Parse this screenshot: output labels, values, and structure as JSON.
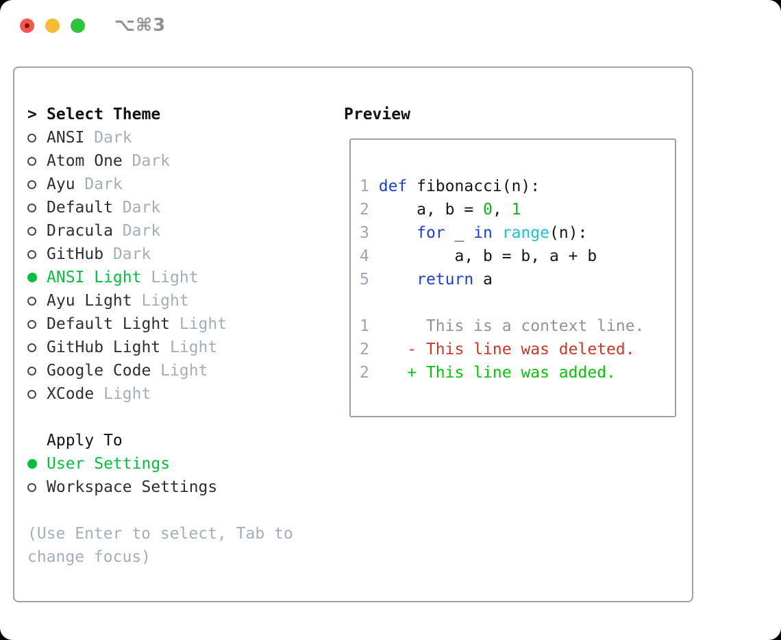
{
  "colors": {
    "traffic_red": "#f4574e",
    "traffic_red_dot": "#86120b",
    "traffic_yellow": "#f6ba35",
    "traffic_green": "#2fc43d",
    "titlebar_text": "#8f9196",
    "border": "#9aa1ab",
    "heading": "#111417",
    "item_text": "#2b3036",
    "muted": "#a4aebb",
    "radio_outline": "#44494f",
    "selected_green": "#0abc3f",
    "line_number": "#9aa6b5",
    "code_text": "#14171a",
    "keyword_blue": "#1e3fd2",
    "builtin_cyan": "#16c2d3",
    "number_green": "#0fb31f",
    "context_gray": "#90939a",
    "deleted_red": "#c53a28",
    "added_green": "#0bc20b"
  },
  "window": {
    "title": "⌥⌘3"
  },
  "theme_panel": {
    "header_prefix": ">",
    "header": "Select Theme",
    "themes": [
      {
        "name": "ANSI",
        "variant": "Dark",
        "selected": false
      },
      {
        "name": "Atom One",
        "variant": "Dark",
        "selected": false
      },
      {
        "name": "Ayu",
        "variant": "Dark",
        "selected": false
      },
      {
        "name": "Default",
        "variant": "Dark",
        "selected": false
      },
      {
        "name": "Dracula",
        "variant": "Dark",
        "selected": false
      },
      {
        "name": "GitHub",
        "variant": "Dark",
        "selected": false
      },
      {
        "name": "ANSI Light",
        "variant": "Light",
        "selected": true
      },
      {
        "name": "Ayu Light",
        "variant": "Light",
        "selected": false
      },
      {
        "name": "Default Light",
        "variant": "Light",
        "selected": false
      },
      {
        "name": "GitHub Light",
        "variant": "Light",
        "selected": false
      },
      {
        "name": "Google Code",
        "variant": "Light",
        "selected": false
      },
      {
        "name": "XCode",
        "variant": "Light",
        "selected": false
      }
    ],
    "apply_to": {
      "header": "Apply To",
      "options": [
        {
          "label": "User Settings",
          "selected": true
        },
        {
          "label": "Workspace Settings",
          "selected": false
        }
      ]
    },
    "hint": "(Use Enter to select, Tab to change focus)"
  },
  "preview": {
    "header": "Preview",
    "lines": [
      {
        "num": "1",
        "tokens": [
          {
            "t": " ",
            "c": "tx"
          },
          {
            "t": "def",
            "c": "kw"
          },
          {
            "t": " fibonacci(n):",
            "c": "tx"
          }
        ]
      },
      {
        "num": "2",
        "tokens": [
          {
            "t": "     a, b = ",
            "c": "tx"
          },
          {
            "t": "0",
            "c": "num"
          },
          {
            "t": ", ",
            "c": "tx"
          },
          {
            "t": "1",
            "c": "num"
          }
        ]
      },
      {
        "num": "3",
        "tokens": [
          {
            "t": "     ",
            "c": "tx"
          },
          {
            "t": "for",
            "c": "kw"
          },
          {
            "t": " _ ",
            "c": "tx"
          },
          {
            "t": "in",
            "c": "kw"
          },
          {
            "t": " ",
            "c": "tx"
          },
          {
            "t": "range",
            "c": "fn"
          },
          {
            "t": "(n):",
            "c": "tx"
          }
        ]
      },
      {
        "num": "4",
        "tokens": [
          {
            "t": "         a, b = b, a + b",
            "c": "tx"
          }
        ]
      },
      {
        "num": "5",
        "tokens": [
          {
            "t": "     ",
            "c": "tx"
          },
          {
            "t": "return",
            "c": "kw"
          },
          {
            "t": " a",
            "c": "tx"
          }
        ]
      },
      {
        "num": "",
        "tokens": []
      },
      {
        "num": "1",
        "tokens": [
          {
            "t": "      This is a context line.",
            "c": "ctx"
          }
        ]
      },
      {
        "num": "2",
        "tokens": [
          {
            "t": "    - This line was deleted.",
            "c": "del"
          }
        ]
      },
      {
        "num": "2",
        "tokens": [
          {
            "t": "    + This line was added.",
            "c": "add"
          }
        ]
      }
    ]
  }
}
